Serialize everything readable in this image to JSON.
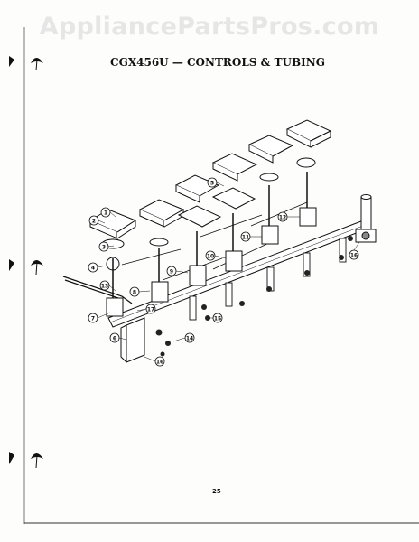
{
  "watermark": "AppliancePartsPros.com",
  "title": "CGX456U — CONTROLS & TUBING",
  "page_number": "25",
  "callouts": [
    "1",
    "2",
    "3",
    "4",
    "5",
    "6",
    "7",
    "8",
    "9",
    "10",
    "11",
    "12",
    "13",
    "14",
    "15",
    "16",
    "16",
    "17"
  ],
  "colors": {
    "ink": "#111111",
    "watermark": "#e6e6e6",
    "paper": "#fdfdfb"
  }
}
